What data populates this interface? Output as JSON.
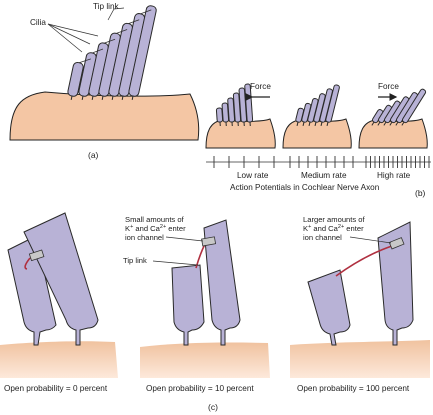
{
  "panel_a": {
    "label_tip_link": "Tip link",
    "label_cilia": "Cilia",
    "panel_label": "(a)"
  },
  "panel_b": {
    "force_left": "Force",
    "force_right": "Force",
    "rate_low": "Low rate",
    "rate_medium": "Medium rate",
    "rate_high": "High rate",
    "axon_caption": "Action Potentials in Cochlear Nerve Axon",
    "panel_label": "(b)"
  },
  "panel_c": {
    "small_amounts_line1": "Small amounts of",
    "small_amounts_line2": "K",
    "small_amounts_and": " and Ca",
    "small_amounts_enter": " enter",
    "small_amounts_line3": "ion channel",
    "larger_amounts_line1": "Larger amounts of",
    "larger_amounts_line2": "K",
    "larger_amounts_and": " and Ca",
    "larger_amounts_enter": " enter",
    "larger_amounts_line3": "ion channel",
    "sup_plus": "+",
    "sup_2plus": "2+",
    "tip_link": "Tip link",
    "open_prob_0": "Open probability = 0 percent",
    "open_prob_10": "Open probability = 10 percent",
    "open_prob_100": "Open probability = 100 percent",
    "panel_label": "(c)"
  },
  "colors": {
    "cell": "#f4c6a4",
    "cilium": "#b8b2d6",
    "tip_link": "#b03040"
  }
}
